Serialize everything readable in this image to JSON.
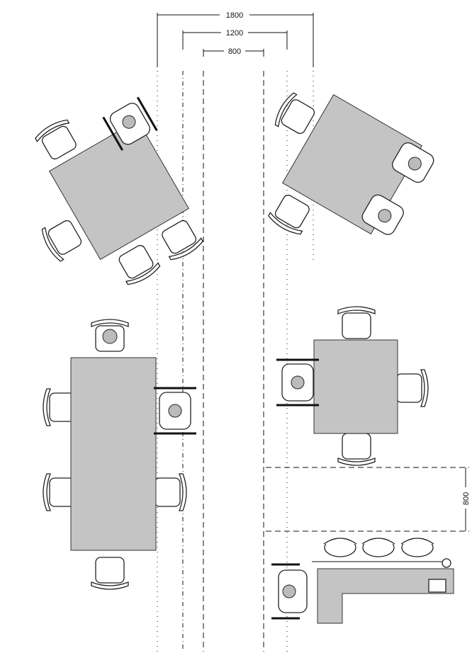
{
  "dimensions": {
    "width_1800": "1800",
    "width_1200": "1200",
    "width_800": "800",
    "clearance_800": "800"
  },
  "colors": {
    "line": "#111111",
    "table_fill": "#c4c4c4"
  }
}
